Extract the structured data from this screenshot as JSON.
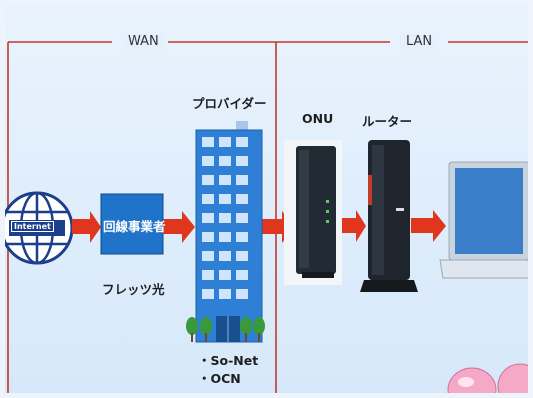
{
  "sections": {
    "wan_label": "WAN",
    "lan_label": "LAN"
  },
  "nodes": {
    "internet": "Internet",
    "line_operator": "回線事業者",
    "line_operator_example": "フレッツ光",
    "provider": "プロバイダー",
    "provider_examples": [
      "・So-Net",
      "・OCN"
    ],
    "onu": "ONU",
    "router": "ルーター"
  },
  "colors": {
    "arrow": "#e0361e",
    "divider": "#c0392b",
    "line_box": "#1f73c9",
    "building": "#2f7fd6",
    "globe": "#1b3f8a"
  }
}
